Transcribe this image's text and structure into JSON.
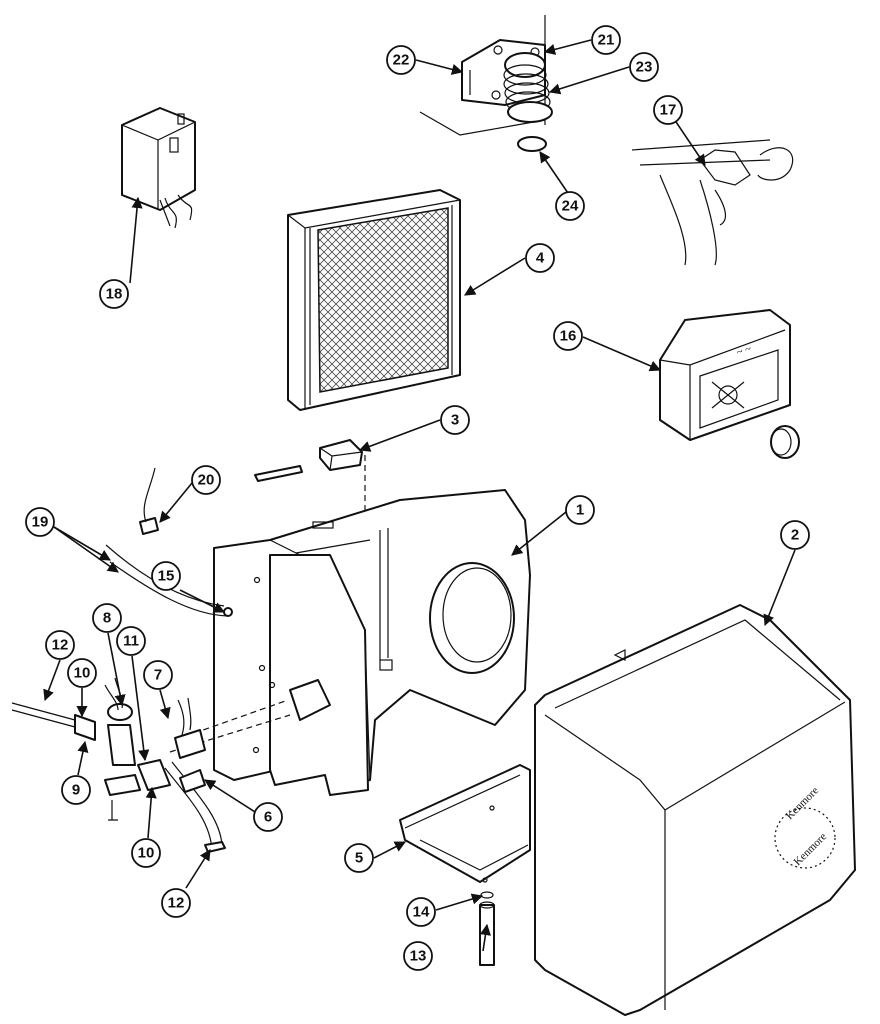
{
  "callouts": [
    "1",
    "2",
    "3",
    "4",
    "5",
    "6",
    "7",
    "8",
    "9",
    "10",
    "11",
    "12",
    "13",
    "14",
    "15",
    "16",
    "17",
    "18",
    "19",
    "20",
    "21",
    "22",
    "23",
    "24"
  ],
  "brand_marks": [
    "Kenmore",
    "Kenmore"
  ]
}
